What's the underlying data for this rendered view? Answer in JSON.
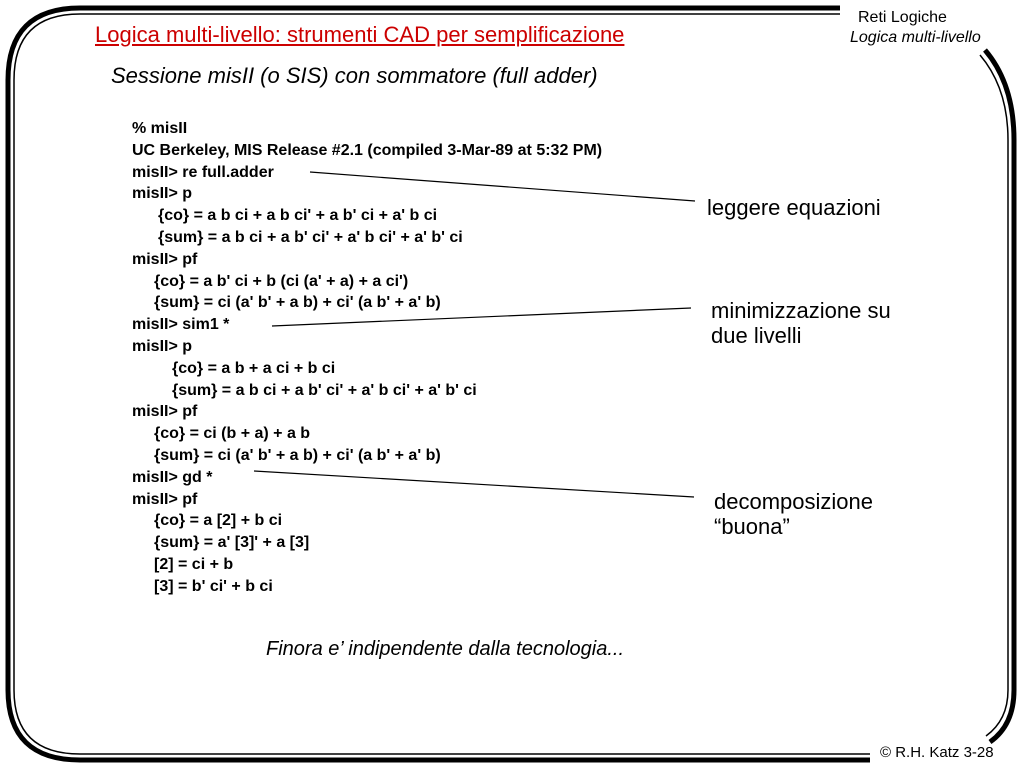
{
  "header": {
    "title": "Logica multi-livello: strumenti CAD per semplificazione",
    "subtitle": "Sessione misII (o SIS) con sommatore (full adder)"
  },
  "corner": {
    "course": "Reti Logiche",
    "topic": "Logica multi-livello"
  },
  "session_lines": [
    "% misII",
    "UC Berkeley, MIS Release #2.1 (compiled 3-Mar-89 at 5:32 PM)",
    "misII> re full.adder",
    "misII> p",
    "{co} = a b ci + a b ci' + a b' ci + a' b ci",
    "{sum} = a b ci + a b' ci' + a' b ci' + a' b' ci",
    "misII> pf",
    "{co} = a b' ci + b (ci (a' + a) + a ci')",
    "{sum} = ci (a' b' + a b) + ci' (a b' + a' b)",
    "misII> sim1 *",
    "misII> p",
    "{co} = a b + a ci + b ci",
    "{sum} = a b ci + a b' ci' + a' b ci' + a' b' ci",
    "misII> pf",
    "{co} = ci (b + a) + a b",
    "{sum} = ci (a' b' + a b) + ci' (a b' + a' b)",
    "misII> gd *",
    "misII> pf",
    "{co} = a [2] + b ci",
    "{sum} = a' [3]' + a [3]",
    "[2] = ci + b",
    "[3] = b' ci' + b ci"
  ],
  "annotations": {
    "read_equations": "leggere equazioni",
    "two_level_min": [
      "minimizzazione su",
      "due livelli"
    ],
    "good_decomp": [
      "decomposizione",
      "“buona”"
    ]
  },
  "footnote": "Finora e’ indipendente dalla tecnologia...",
  "copyright": "© R.H. Katz 3-28",
  "colors": {
    "title": "#cc0000",
    "text": "#000000",
    "background": "#ffffff"
  }
}
